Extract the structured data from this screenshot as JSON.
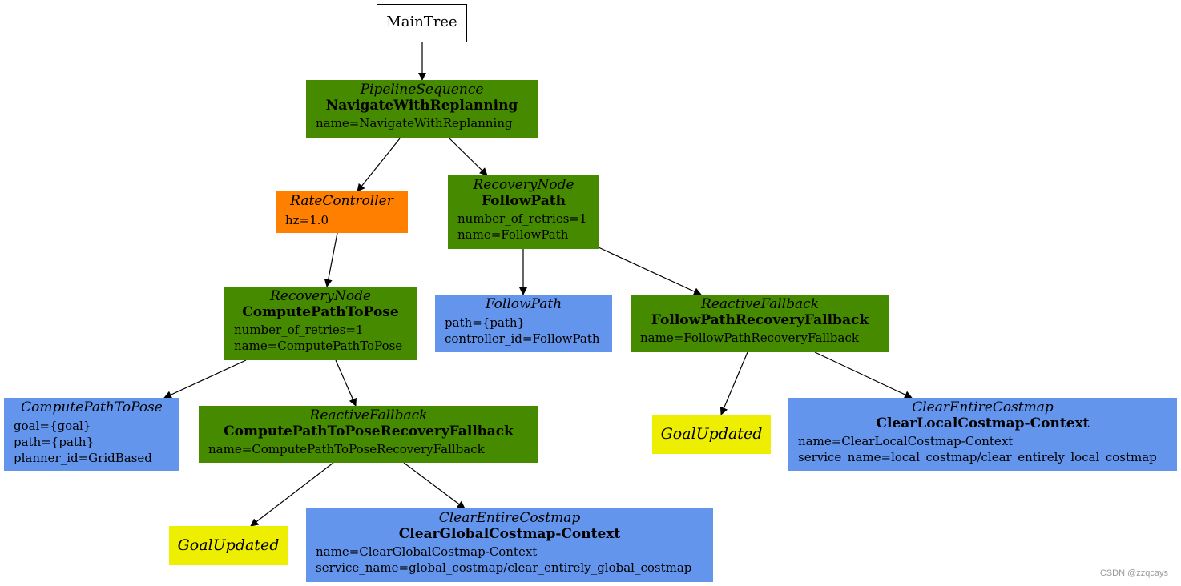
{
  "tree": {
    "root": {
      "label": "MainTree"
    },
    "navigate": {
      "type": "PipelineSequence",
      "name": "NavigateWithReplanning",
      "attrs": [
        "name=NavigateWithReplanning"
      ]
    },
    "rate": {
      "type": "RateController",
      "attrs": [
        "hz=1.0"
      ]
    },
    "recovery_follow": {
      "type": "RecoveryNode",
      "name": "FollowPath",
      "attrs": [
        "number_of_retries=1",
        "name=FollowPath"
      ]
    },
    "recovery_compute": {
      "type": "RecoveryNode",
      "name": "ComputePathToPose",
      "attrs": [
        "number_of_retries=1",
        "name=ComputePathToPose"
      ]
    },
    "follow_path": {
      "type": "FollowPath",
      "attrs": [
        "path={path}",
        "controller_id=FollowPath"
      ]
    },
    "fallback_follow": {
      "type": "ReactiveFallback",
      "name": "FollowPathRecoveryFallback",
      "attrs": [
        "name=FollowPathRecoveryFallback"
      ]
    },
    "compute_path": {
      "type": "ComputePathToPose",
      "attrs": [
        "goal={goal}",
        "path={path}",
        "planner_id=GridBased"
      ]
    },
    "fallback_compute": {
      "type": "ReactiveFallback",
      "name": "ComputePathToPoseRecoveryFallback",
      "attrs": [
        "name=ComputePathToPoseRecoveryFallback"
      ]
    },
    "goal_updated_right": {
      "type": "GoalUpdated"
    },
    "clear_local": {
      "type": "ClearEntireCostmap",
      "name": "ClearLocalCostmap-Context",
      "attrs": [
        "name=ClearLocalCostmap-Context",
        "service_name=local_costmap/clear_entirely_local_costmap"
      ]
    },
    "goal_updated_left": {
      "type": "GoalUpdated"
    },
    "clear_global": {
      "type": "ClearEntireCostmap",
      "name": "ClearGlobalCostmap-Context",
      "attrs": [
        "name=ClearGlobalCostmap-Context",
        "service_name=global_costmap/clear_entirely_global_costmap"
      ]
    }
  },
  "colors": {
    "control": "#468a00",
    "decorator": "#ff8000",
    "action": "#6495ed",
    "condition": "#eeee00"
  },
  "watermark": "CSDN @zzqcays"
}
